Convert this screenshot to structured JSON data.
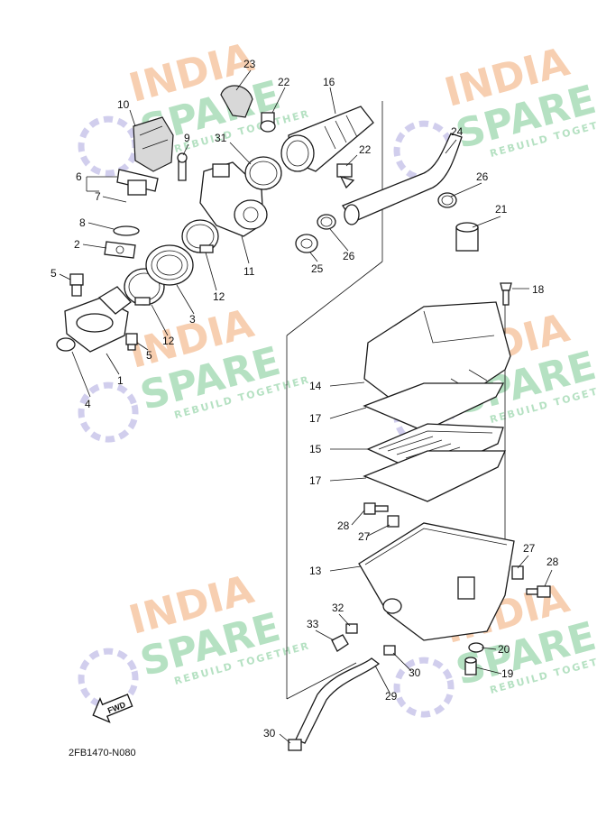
{
  "diagram": {
    "code": "2FB1470-N080",
    "fwd_label": "FWD",
    "watermark": {
      "line1": "INDIA",
      "line2": "SPARE",
      "tagline": "REBUILD TOGETHER",
      "color_india": "#f6c7a3",
      "color_spare": "#a8dcb8",
      "color_icon": "#c9c6ea"
    },
    "callouts": [
      {
        "id": "c23",
        "label": "23"
      },
      {
        "id": "c22a",
        "label": "22"
      },
      {
        "id": "c16",
        "label": "16"
      },
      {
        "id": "c10",
        "label": "10"
      },
      {
        "id": "c9",
        "label": "9"
      },
      {
        "id": "c31",
        "label": "31"
      },
      {
        "id": "c22b",
        "label": "22"
      },
      {
        "id": "c24",
        "label": "24"
      },
      {
        "id": "c6",
        "label": "6"
      },
      {
        "id": "c7",
        "label": "7"
      },
      {
        "id": "c26a",
        "label": "26"
      },
      {
        "id": "c21",
        "label": "21"
      },
      {
        "id": "c8",
        "label": "8"
      },
      {
        "id": "c26b",
        "label": "26"
      },
      {
        "id": "c2",
        "label": "2"
      },
      {
        "id": "c25",
        "label": "25"
      },
      {
        "id": "c11",
        "label": "11"
      },
      {
        "id": "c5a",
        "label": "5"
      },
      {
        "id": "c12a",
        "label": "12"
      },
      {
        "id": "c18",
        "label": "18"
      },
      {
        "id": "c3",
        "label": "3"
      },
      {
        "id": "c12b",
        "label": "12"
      },
      {
        "id": "c5b",
        "label": "5"
      },
      {
        "id": "c1",
        "label": "1"
      },
      {
        "id": "c14",
        "label": "14"
      },
      {
        "id": "c4",
        "label": "4"
      },
      {
        "id": "c17a",
        "label": "17"
      },
      {
        "id": "c15",
        "label": "15"
      },
      {
        "id": "c17b",
        "label": "17"
      },
      {
        "id": "c28a",
        "label": "28"
      },
      {
        "id": "c27a",
        "label": "27"
      },
      {
        "id": "c27b",
        "label": "27"
      },
      {
        "id": "c13",
        "label": "13"
      },
      {
        "id": "c28b",
        "label": "28"
      },
      {
        "id": "c32",
        "label": "32"
      },
      {
        "id": "c33",
        "label": "33"
      },
      {
        "id": "c20",
        "label": "20"
      },
      {
        "id": "c30a",
        "label": "30"
      },
      {
        "id": "c19",
        "label": "19"
      },
      {
        "id": "c29",
        "label": "29"
      },
      {
        "id": "c30b",
        "label": "30"
      }
    ]
  }
}
